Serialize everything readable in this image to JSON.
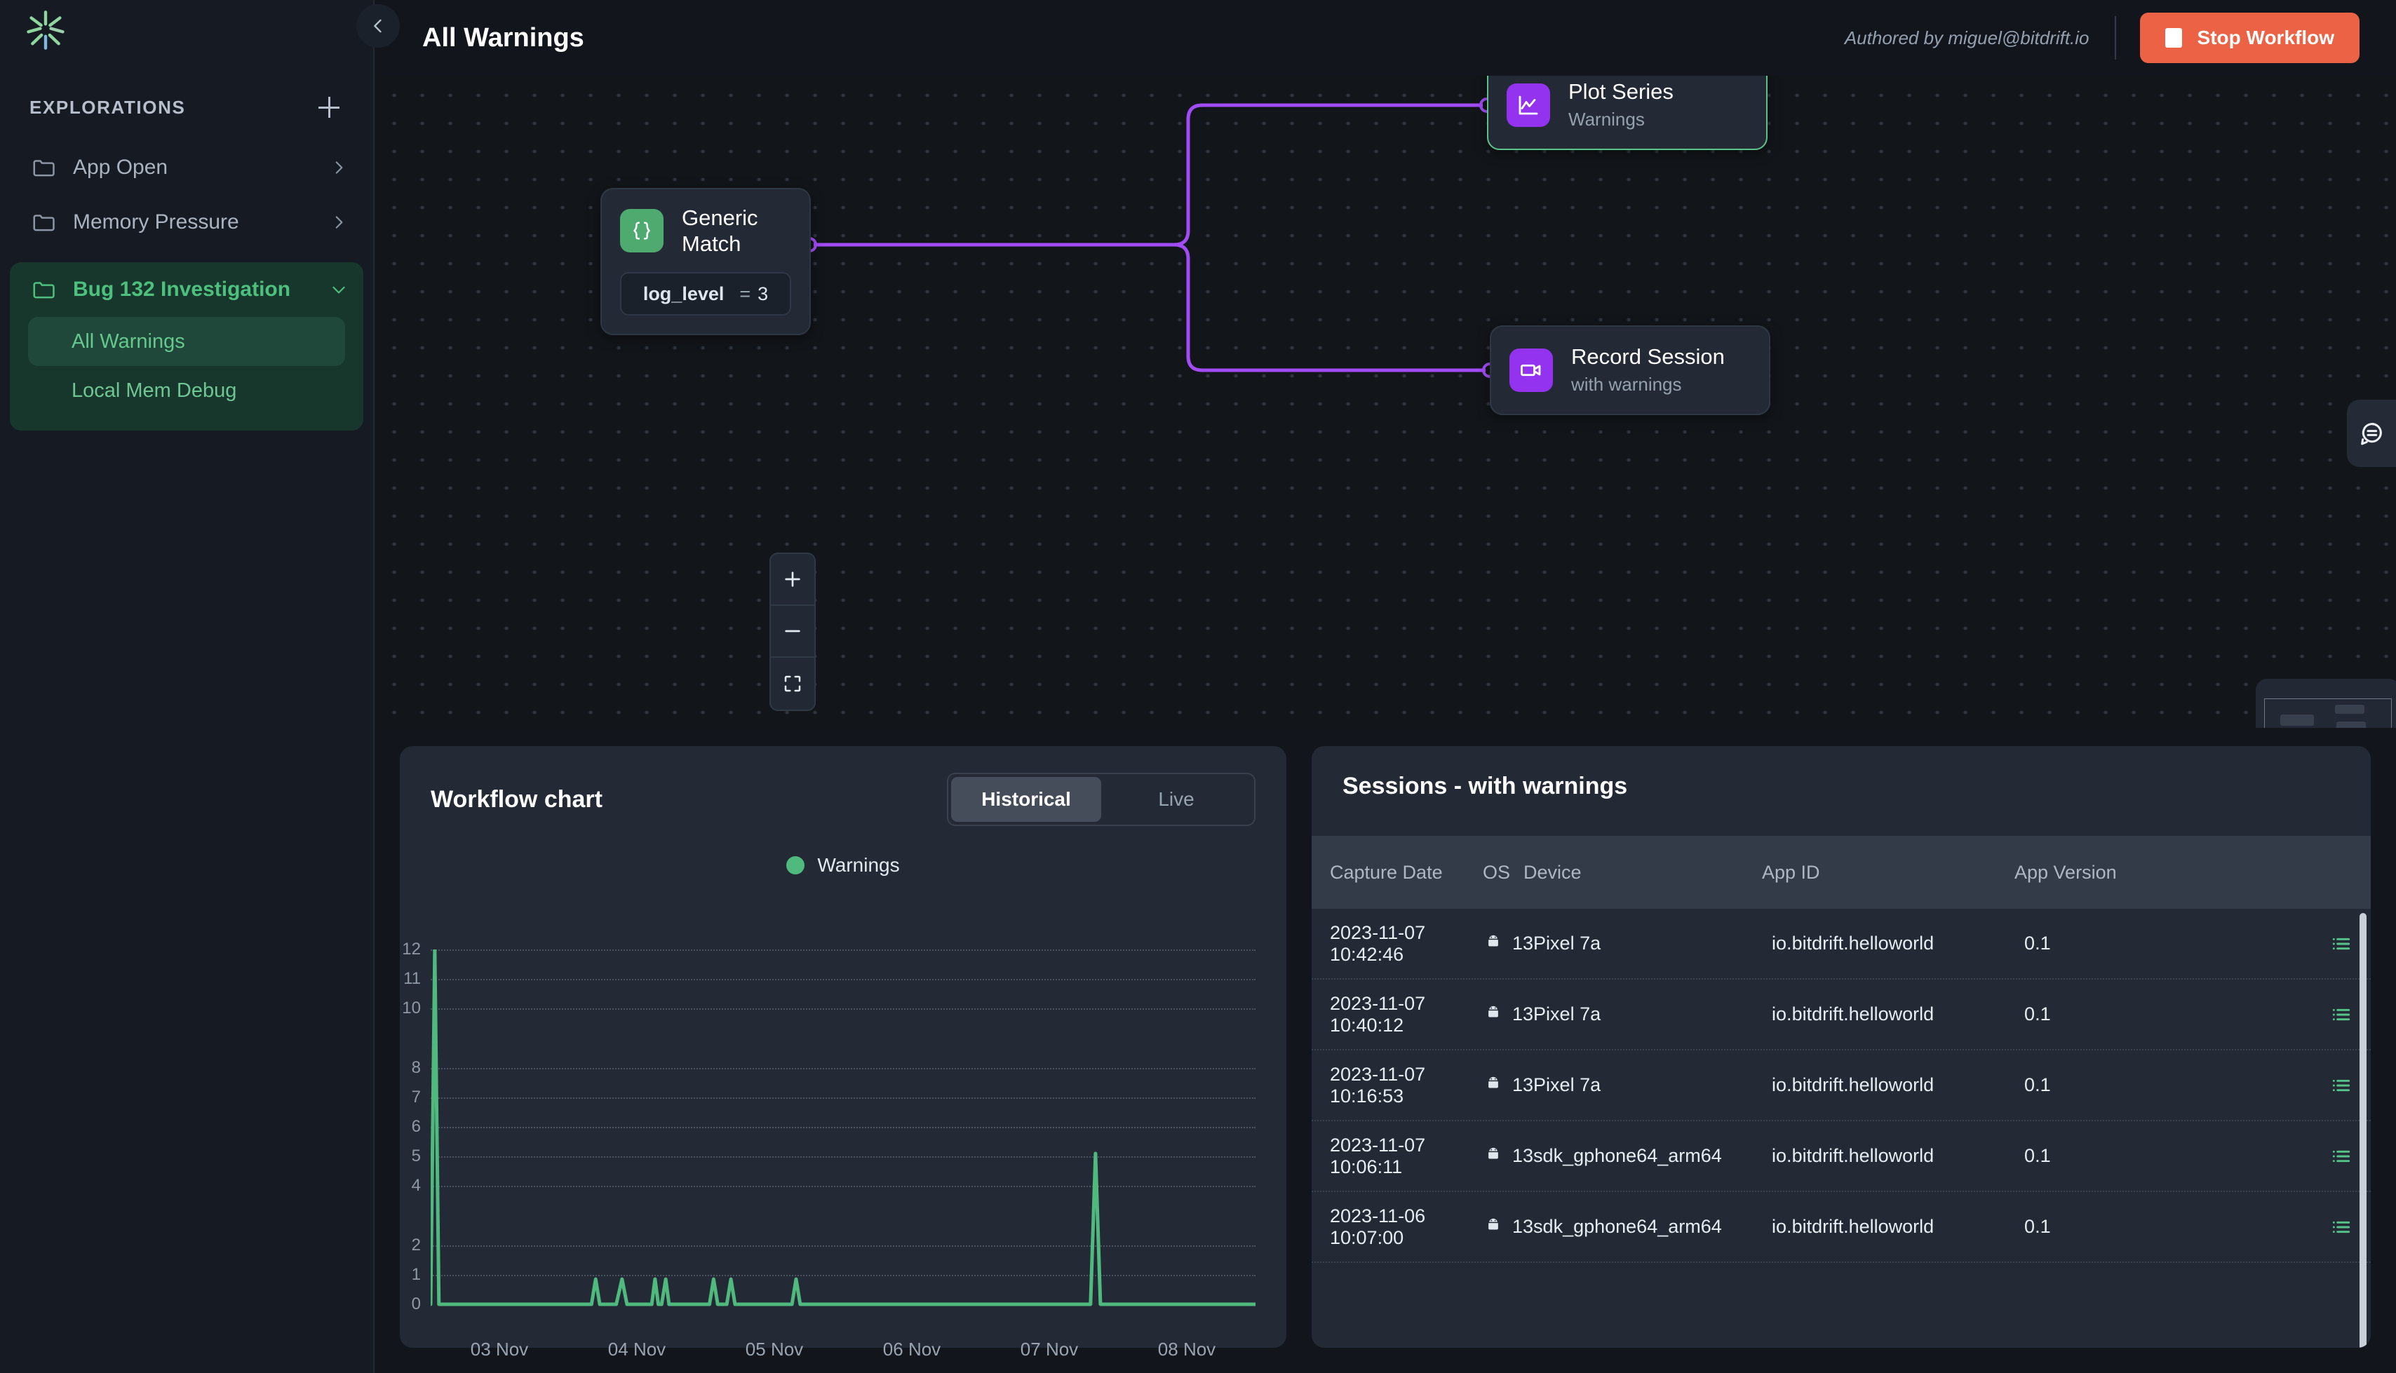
{
  "sidebar": {
    "logo_icon": "bitdrift-asterisk-logo",
    "section_title": "EXPLORATIONS",
    "add_icon": "plus-icon",
    "collapse_icon": "chevron-left-icon",
    "items": [
      {
        "label": "App Open",
        "icon": "folder-icon",
        "chevron": "chevron-right-icon",
        "active": false
      },
      {
        "label": "Memory Pressure",
        "icon": "folder-icon",
        "chevron": "chevron-right-icon",
        "active": false
      },
      {
        "label": "Bug 132 Investigation",
        "icon": "folder-icon",
        "chevron": "chevron-down-icon",
        "active": true
      }
    ],
    "children": [
      {
        "label": "All Warnings",
        "selected": true
      },
      {
        "label": "Local Mem Debug",
        "selected": false
      }
    ]
  },
  "header": {
    "title": "All Warnings",
    "authored_by": "Authored by miguel@bitdrift.io",
    "stop_label": "Stop Workflow",
    "stop_icon": "stop-square-icon",
    "stop_color": "#ec6244"
  },
  "canvas": {
    "nodes": [
      {
        "id": "generic-match",
        "title": "Generic Match",
        "subtitle": "",
        "icon": "braces-icon",
        "icon_color": "#4faa70",
        "chip_key": "log_level",
        "chip_op": "=",
        "chip_value": "3",
        "selected": false
      },
      {
        "id": "plot-series",
        "title": "Plot Series",
        "subtitle": "Warnings",
        "icon": "line-chart-icon",
        "icon_color": "#9333f0",
        "selected": true
      },
      {
        "id": "record-session",
        "title": "Record Session",
        "subtitle": "with warnings",
        "icon": "video-camera-icon",
        "icon_color": "#9333f0",
        "selected": false
      }
    ],
    "edge_color": "#a24cf5",
    "zoom_controls": {
      "zoom_in_icon": "plus-icon",
      "zoom_out_icon": "minus-icon",
      "fit_view_icon": "fit-screen-icon"
    },
    "minimap_label": "minimap",
    "chat_icon": "chat-bubble-icon"
  },
  "chart_panel": {
    "title": "Workflow chart",
    "tabs": [
      {
        "label": "Historical",
        "selected": true
      },
      {
        "label": "Live",
        "selected": false
      }
    ]
  },
  "chart_data": {
    "type": "line",
    "title": "Workflow chart",
    "xlabel": "",
    "ylabel": "",
    "grid": true,
    "legend_position": "top-right",
    "legend": [
      "Warnings"
    ],
    "series_color": "#4fb97e",
    "yticks": [
      0,
      1,
      2,
      4,
      5,
      6,
      7,
      8,
      10,
      11,
      12
    ],
    "ylim": [
      0,
      12
    ],
    "xticks": [
      "03 Nov",
      "04 Nov",
      "05 Nov",
      "06 Nov",
      "07 Nov",
      "08 Nov"
    ],
    "series": [
      {
        "name": "Warnings",
        "points": [
          {
            "x": 0.0,
            "y": 0
          },
          {
            "x": 0.005,
            "y": 12
          },
          {
            "x": 0.01,
            "y": 0
          },
          {
            "x": 0.195,
            "y": 0
          },
          {
            "x": 0.2,
            "y": 0.85
          },
          {
            "x": 0.205,
            "y": 0
          },
          {
            "x": 0.225,
            "y": 0
          },
          {
            "x": 0.232,
            "y": 0.85
          },
          {
            "x": 0.238,
            "y": 0
          },
          {
            "x": 0.268,
            "y": 0
          },
          {
            "x": 0.272,
            "y": 0.85
          },
          {
            "x": 0.276,
            "y": 0
          },
          {
            "x": 0.28,
            "y": 0
          },
          {
            "x": 0.285,
            "y": 0.85
          },
          {
            "x": 0.289,
            "y": 0
          },
          {
            "x": 0.338,
            "y": 0
          },
          {
            "x": 0.343,
            "y": 0.85
          },
          {
            "x": 0.348,
            "y": 0
          },
          {
            "x": 0.359,
            "y": 0
          },
          {
            "x": 0.364,
            "y": 0.85
          },
          {
            "x": 0.369,
            "y": 0
          },
          {
            "x": 0.438,
            "y": 0
          },
          {
            "x": 0.443,
            "y": 0.85
          },
          {
            "x": 0.448,
            "y": 0
          },
          {
            "x": 0.8,
            "y": 0
          },
          {
            "x": 0.806,
            "y": 5.1
          },
          {
            "x": 0.812,
            "y": 0
          },
          {
            "x": 1.0,
            "y": 0
          }
        ]
      }
    ]
  },
  "table_panel": {
    "title": "Sessions - with warnings",
    "columns": [
      "Capture Date",
      "OS",
      "Device",
      "App ID",
      "App Version"
    ],
    "row_action_icon": "list-lines-icon",
    "os_icon": "android-icon",
    "rows": [
      {
        "capture_date": "2023-11-07 10:42:46",
        "os": "13",
        "device": "Pixel 7a",
        "app_id": "io.bitdrift.helloworld",
        "app_version": "0.1"
      },
      {
        "capture_date": "2023-11-07 10:40:12",
        "os": "13",
        "device": "Pixel 7a",
        "app_id": "io.bitdrift.helloworld",
        "app_version": "0.1"
      },
      {
        "capture_date": "2023-11-07 10:16:53",
        "os": "13",
        "device": "Pixel 7a",
        "app_id": "io.bitdrift.helloworld",
        "app_version": "0.1"
      },
      {
        "capture_date": "2023-11-07 10:06:11",
        "os": "13",
        "device": "sdk_gphone64_arm64",
        "app_id": "io.bitdrift.helloworld",
        "app_version": "0.1"
      },
      {
        "capture_date": "2023-11-06 10:07:00",
        "os": "13",
        "device": "sdk_gphone64_arm64",
        "app_id": "io.bitdrift.helloworld",
        "app_version": "0.1"
      }
    ]
  }
}
